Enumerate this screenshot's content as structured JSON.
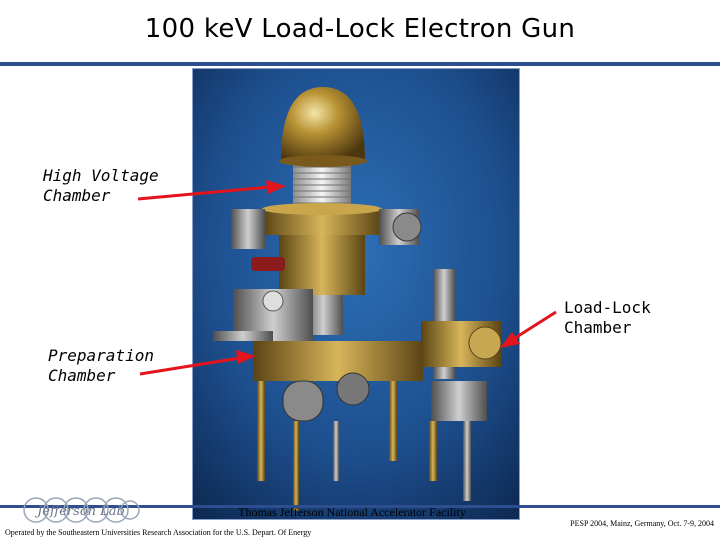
{
  "slide": {
    "title": "100 keV Load-Lock Electron Gun",
    "labels": {
      "high_voltage_line1": "High Voltage",
      "high_voltage_line2": "Chamber",
      "load_lock_line1": "Load-Lock",
      "load_lock_line2": "Chamber",
      "preparation_line1": "Preparation",
      "preparation_line2": "Chamber"
    },
    "footer": {
      "facility": "Thomas Jefferson National Accelerator Facility",
      "operated_by": "Operated by the Southeastern Universities Research Association for the U.S. Depart. Of Energy",
      "conference": "PESP 2004, Mainz, Germany, Oct. 7-9, 2004",
      "logo_text": "Jefferson Lab"
    },
    "colors": {
      "rule": "#2e4f8f",
      "arrow": "#e3141b",
      "photo_bg": "#1d4f8e"
    }
  }
}
